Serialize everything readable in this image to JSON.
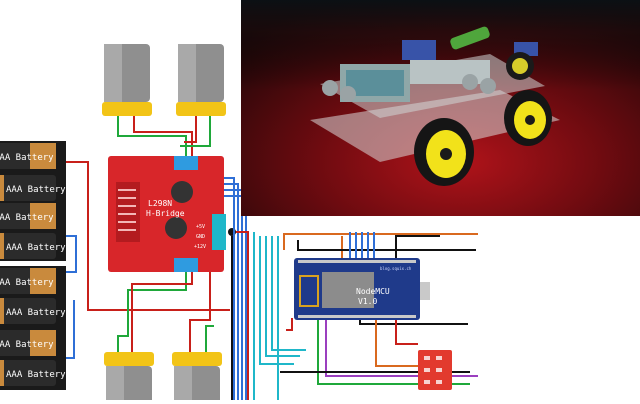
{
  "diagram": {
    "hbridge": {
      "line1": "L298N",
      "line2": "H-Bridge",
      "pin_5v": "+5V",
      "pin_gnd": "GND",
      "pin_12v": "+12V"
    },
    "nodemcu": {
      "line1": "NodeMCU",
      "line2": "V1.0",
      "site": "blog.squix.ch"
    },
    "battery_label": "AAA Battery",
    "colors": {
      "board_red": "#d8262a",
      "nodemcu_blue": "#1f3a8a",
      "motor_yellow": "#f2c417",
      "battery_copper": "#c98a3d",
      "wire_blue": "#2f6fd6",
      "wire_cyan": "#1fb7c9",
      "wire_orange": "#d9691f",
      "wire_green": "#1fa83a",
      "wire_purple": "#9b3fbf",
      "wire_red": "#c8201a"
    }
  },
  "photo": {
    "subject": "robot-car",
    "icons": [
      "wheel-icon",
      "lcd-screen-icon",
      "ultrasonic-sensor-icon"
    ]
  }
}
